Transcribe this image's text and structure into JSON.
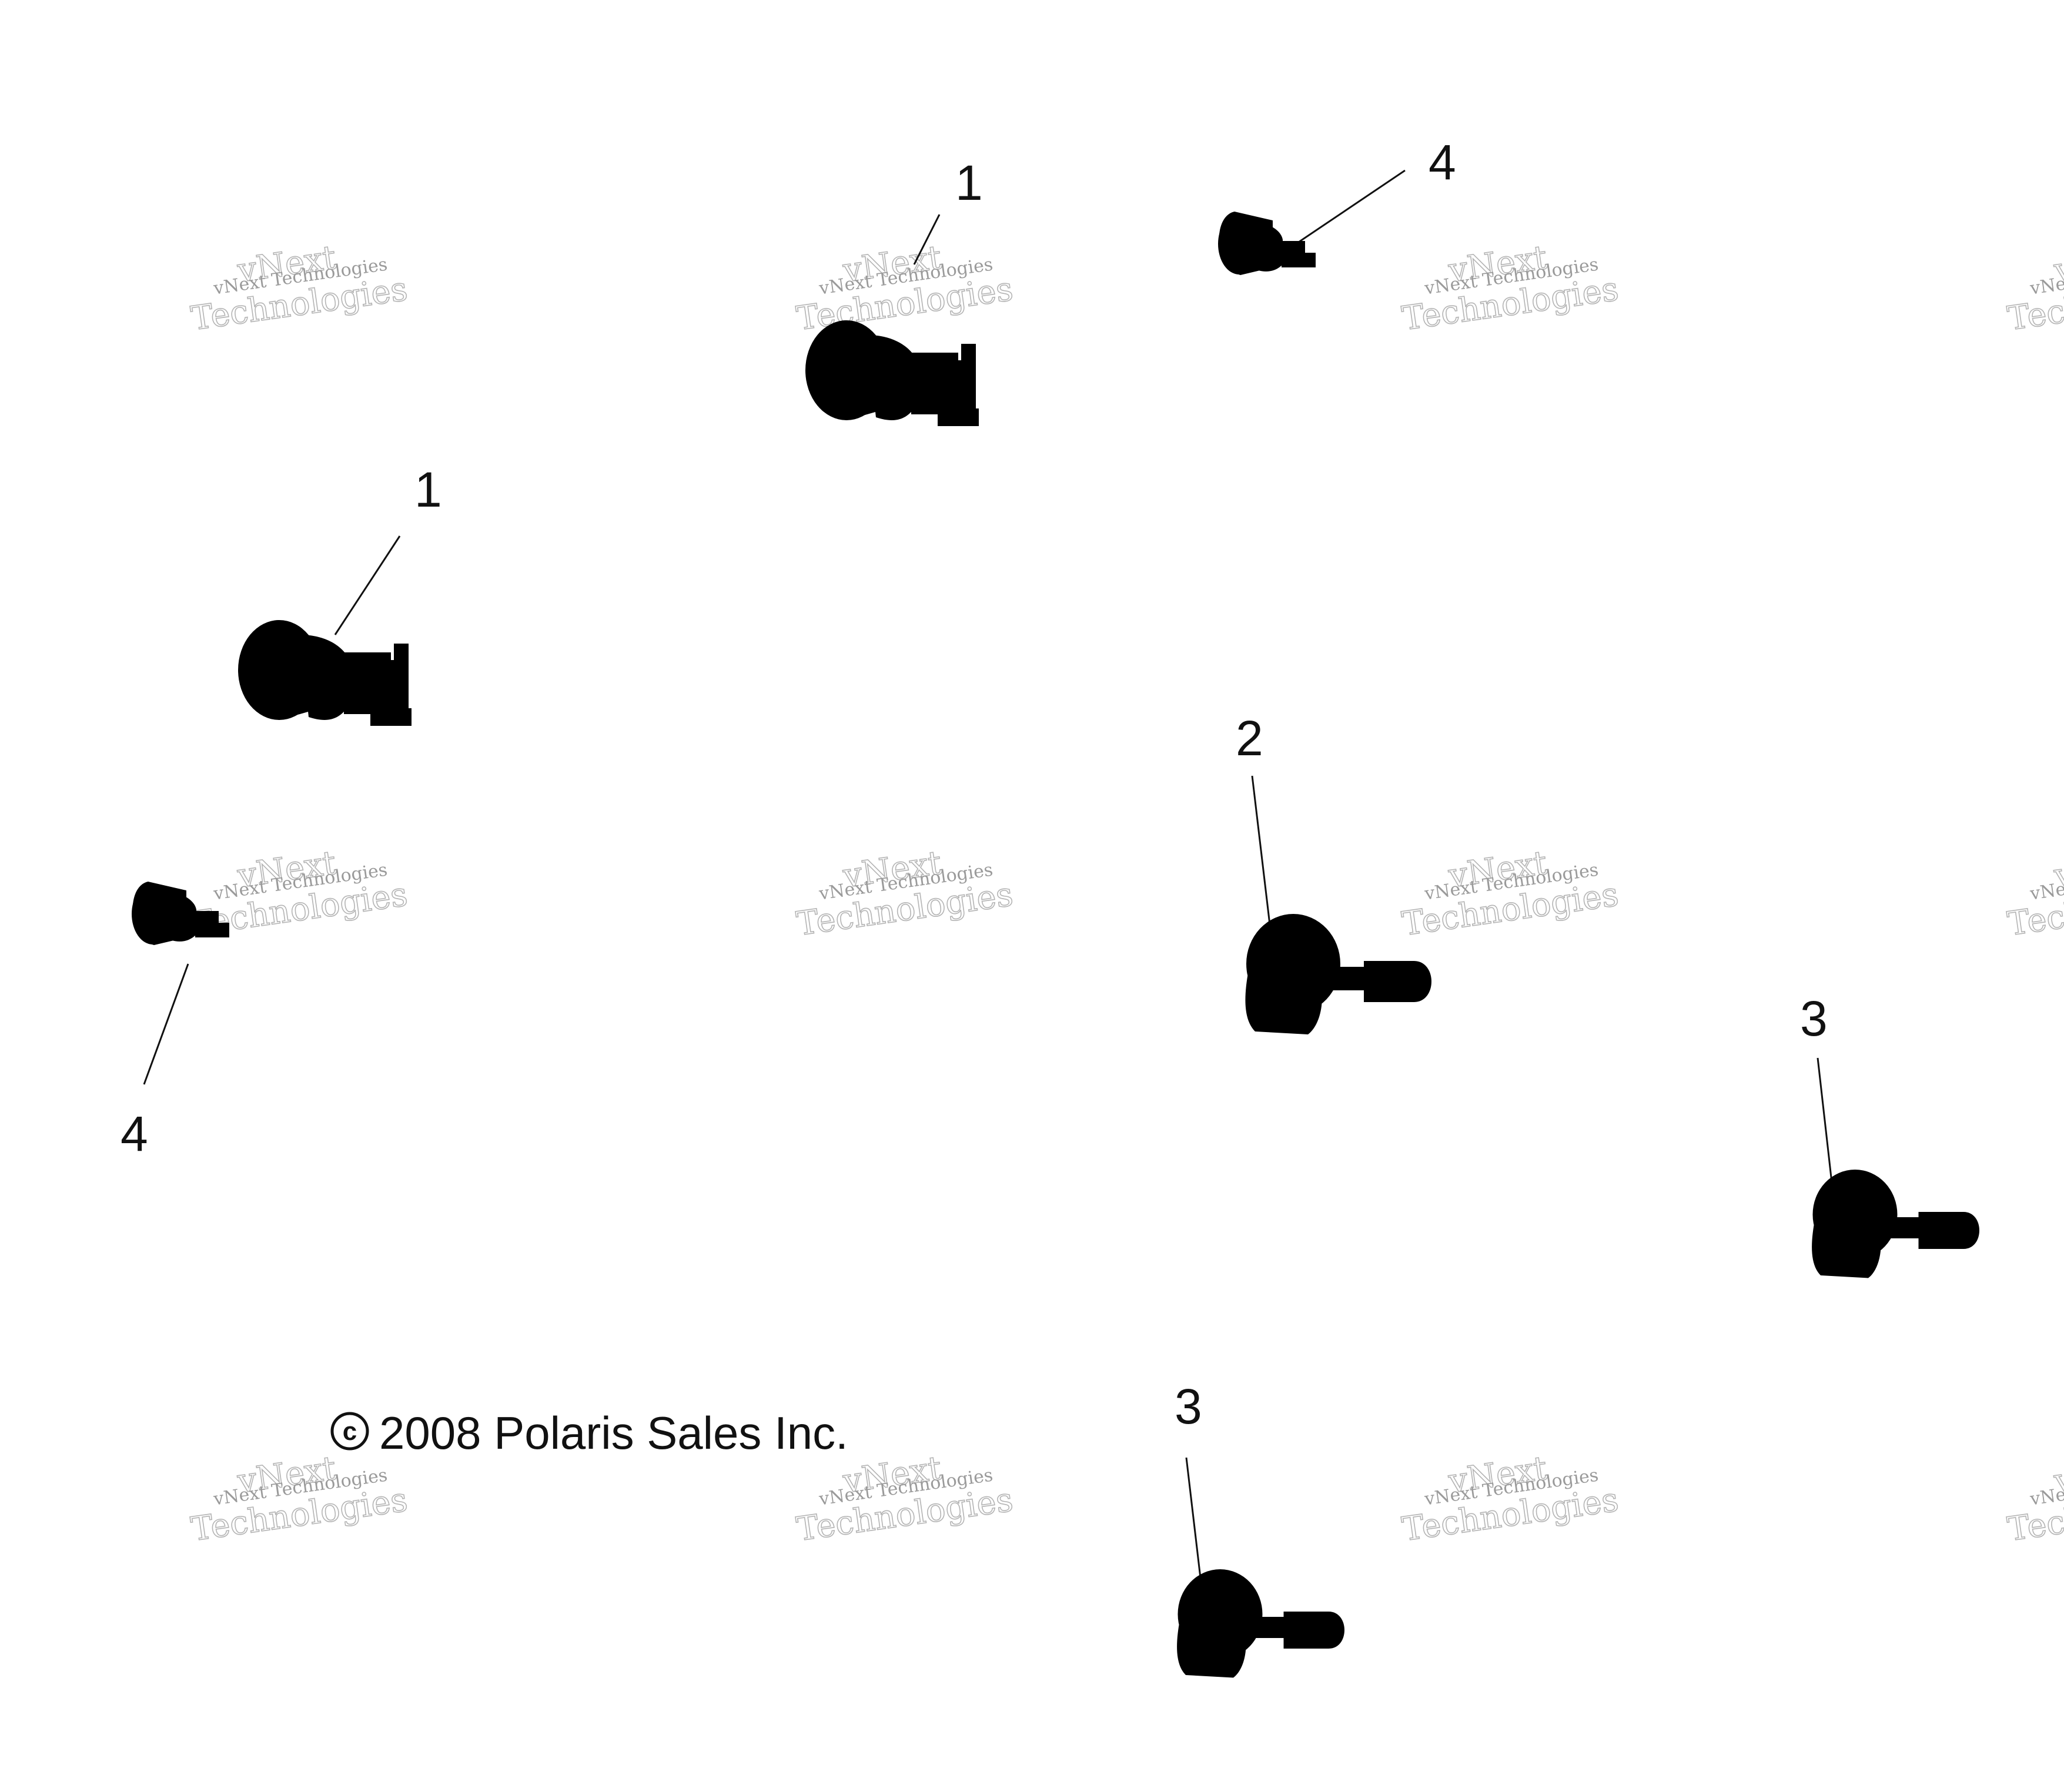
{
  "callouts": {
    "c1a": "1",
    "c1b": "1",
    "c2": "2",
    "c3a": "3",
    "c3b": "3",
    "c4a": "4",
    "c4b": "4"
  },
  "copyright": "2008 Polaris Sales Inc.",
  "copyright_symbol": "c",
  "watermark": {
    "line1": "vNext Technologies",
    "line2": "vNext",
    "line3": "Technologies"
  },
  "parts": [
    {
      "callout": "1",
      "kind": "wedge-base bulb (large)"
    },
    {
      "callout": "2",
      "kind": "halogen headlight bulb"
    },
    {
      "callout": "3",
      "kind": "halogen headlight bulb"
    },
    {
      "callout": "4",
      "kind": "wedge-base bulb (small)"
    }
  ],
  "colors": {
    "ink": "#111111",
    "watermark": "#a8a8a8",
    "background": "#ffffff"
  }
}
